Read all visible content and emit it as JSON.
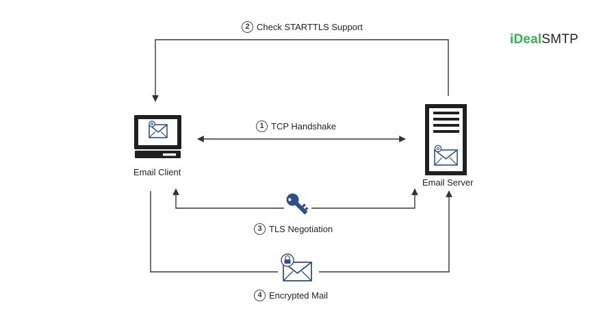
{
  "brand": {
    "part1": "iDeal",
    "part2": "SMTP",
    "accent": "#2fb34a"
  },
  "nodes": {
    "client": {
      "label": "Email Client"
    },
    "server": {
      "label": "Email Server"
    }
  },
  "steps": [
    {
      "num": "1",
      "label": "TCP Handshake"
    },
    {
      "num": "2",
      "label": "Check STARTTLS Support"
    },
    {
      "num": "3",
      "label": "TLS Negotiation"
    },
    {
      "num": "4",
      "label": "Encrypted Mail"
    }
  ],
  "colors": {
    "line": "#333333",
    "icon": "#2d4f8a",
    "icon_dark": "#1f1f1f"
  }
}
